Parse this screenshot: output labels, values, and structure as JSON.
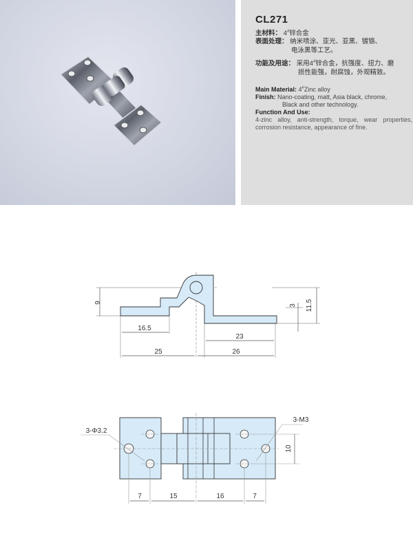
{
  "product": {
    "model": "CL271",
    "cn": {
      "material_label": "主材料：",
      "material_value_pre": "4",
      "material_value_sup": "#",
      "material_value_post": "锌合金",
      "finish_label": "表面处理：",
      "finish_line1": "纳米喷涂、亚光、亚黑、镀铬、",
      "finish_line2": "电泳黑等工艺。",
      "use_label": "功能及用途：",
      "use_line1_pre": "采用4",
      "use_line1_sup": "#",
      "use_line1_post": "锌合金，抗强度、扭力、磨",
      "use_line2": "损性能强，耐腐蚀，外观精致。"
    },
    "en": {
      "material_label": "Main Material:",
      "material_value_pre": "4",
      "material_value_sup": "#",
      "material_value_post": "Zinc alloy",
      "finish_label": "Finish:",
      "finish_line1": "Nano-coating, matt, Asia black, chrome,",
      "finish_line2": "Black and other technology.",
      "use_label": "Function And Use:",
      "use_text": "4-zinc alloy, anti-strength, torque, wear properties, corrosion resistance, appearance of fine."
    }
  },
  "photo": {
    "alt": "chrome zinc alloy hinge photo"
  },
  "side_view": {
    "dims": {
      "height_left": "9",
      "thickness": "3",
      "height_right": "11.5",
      "left_step": "16.5",
      "right_inner": "23",
      "left_total": "25",
      "right_total": "26"
    }
  },
  "top_view": {
    "dims": {
      "left_holes": "3-Φ3.2",
      "right_holes": "3-M3",
      "hole_spacing": "10",
      "left_pitch": "7",
      "left_to_center": "15",
      "center_to_right": "16",
      "right_pitch": "7"
    }
  },
  "colors": {
    "part_fill": "#d6eaf8",
    "outline": "#333333",
    "dim_line": "#888888",
    "spec_bg": "#dedede"
  }
}
